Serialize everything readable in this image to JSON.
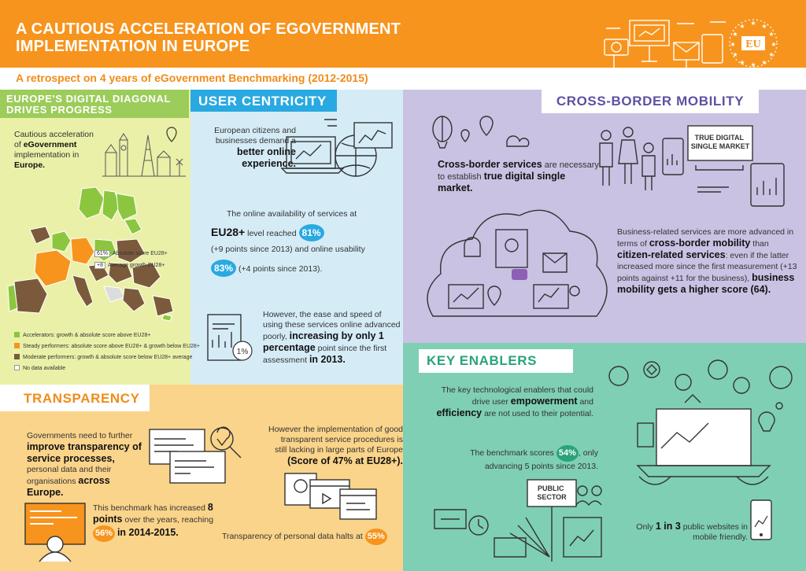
{
  "header": {
    "title": "A CAUTIOUS ACCELERATION OF EGOVERNMENT IMPLEMENTATION IN EUROPE",
    "subtitle": "A retrospect on 4 years of eGovernment Benchmarking (2012-2015)",
    "eu_badge": "EU",
    "accent": "#f7941d"
  },
  "digital": {
    "title": "EUROPE'S DIGITAL DIAGONAL DRIVES PROGRESS",
    "text_pre": "Cautious acceleration of",
    "text_bold1": "eGovernment",
    "text_mid": "implementation in",
    "text_bold2": "Europe.",
    "map_chip1": "61%",
    "map_legend1": "Absolute score EU28+",
    "map_chip2": "+8",
    "map_legend2": "Average growth EU28+",
    "legend": [
      {
        "label": "Accelerators: growth & absolute score above EU28+",
        "color": "#8cc63f"
      },
      {
        "label": "Steady performers: absolute score above EU28+ & growth below EU28+",
        "color": "#f7941d"
      },
      {
        "label": "Moderate performers: growth & absolute score below EU28+ average",
        "color": "#7b5a3c"
      },
      {
        "label": "No data available",
        "color": "#ffffff"
      }
    ]
  },
  "user": {
    "title": "USER CENTRICITY",
    "intro": "European citizens and businesses demand a",
    "intro_bold": "better online experience.",
    "avail_line1": "The online availability of services  at",
    "avail_eu": "EU28+",
    "avail_mid": "level reached",
    "avail_pct": "81%",
    "avail_line2": "(+9 points since 2013) and online usability",
    "usab_pct": "83%",
    "usab_after": "(+4 points since 2013).",
    "ease_text": "However, the ease and speed of using these services online advanced poorly,",
    "ease_bold": "increasing by only 1 percentage",
    "ease_after": "point since the first assessment",
    "ease_year": "in 2013.",
    "ease_pct": "1%",
    "accent": "#29a9e1"
  },
  "cross": {
    "title": "CROSS-BORDER MOBILITY",
    "intro_bold1": "Cross-border services",
    "intro_mid": "are necessary to establish",
    "intro_bold2": "true digital single market.",
    "sign": "TRUE DIGITAL SINGLE MARKET",
    "body_pre": "Business-related services are more advanced in terms of",
    "body_bold1": "cross-border mobility",
    "body_mid1": "than",
    "body_bold2": "citizen-related services",
    "body_mid2": ": even if the latter increased more since the first measurement (+13 points against +11 for the business),",
    "body_bold3": "business mobility gets a higher score (64).",
    "accent": "#5b52a3"
  },
  "transparency": {
    "title": "TRANSPARENCY",
    "text1_pre": "Governments need to further",
    "text1_bold": "improve transparency of service processes,",
    "text1_mid": "personal data and their organisations",
    "text1_bold2": "across Europe.",
    "text2": "However the implementation of good transparent service procedures is still lacking in large parts of Europe",
    "text2_bold": "(Score of 47% at EU28+).",
    "text3_pre": "This benchmark has increased",
    "text3_bold": "8 points",
    "text3_mid": "over the years, reaching",
    "text3_pct": "56%",
    "text3_bold2": "in 2014-2015.",
    "text4": "Transparency of personal data halts at",
    "text4_pct": "55%",
    "accent": "#f7941d"
  },
  "key": {
    "title": "KEY ENABLERS",
    "text1_pre": "The key technological enablers that could drive user",
    "text1_bold1": "empowerment",
    "text1_mid": "and",
    "text1_bold2": "efficiency",
    "text1_after": "are not used to their potential.",
    "text2_pre": "The benchmark scores",
    "text2_pct": "54%",
    "text2_after": "only advancing 5 points since 2013.",
    "public_sector": "PUBLIC SECTOR",
    "text3_pre": "Only",
    "text3_bold": "1 in 3",
    "text3_after": "public websites in mobile friendly.",
    "accent": "#2aa37a"
  }
}
